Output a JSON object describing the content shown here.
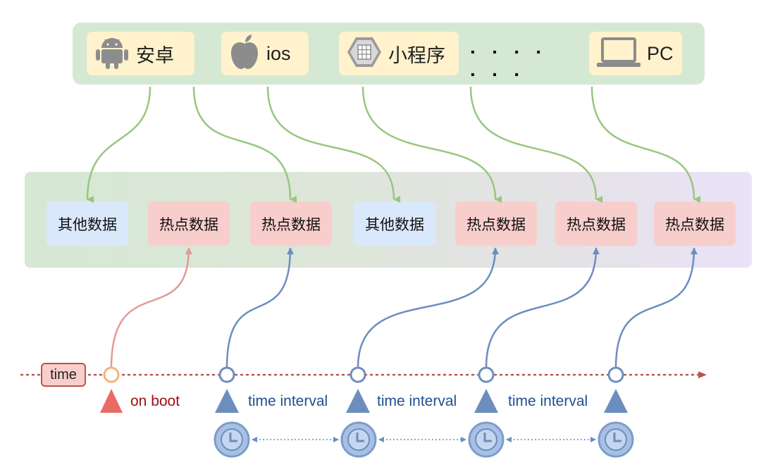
{
  "clients": [
    {
      "label": "安卓",
      "icon": "android-icon"
    },
    {
      "label": "ios",
      "icon": "apple-icon"
    },
    {
      "label": "小程序",
      "icon": "mini-program-icon"
    },
    {
      "label": "PC",
      "icon": "laptop-icon"
    }
  ],
  "ellipsis": "· · · · · · ·",
  "data_boxes": [
    {
      "label": "其他数据",
      "kind": "other"
    },
    {
      "label": "热点数据",
      "kind": "hot"
    },
    {
      "label": "热点数据",
      "kind": "hot"
    },
    {
      "label": "其他数据",
      "kind": "other"
    },
    {
      "label": "热点数据",
      "kind": "hot"
    },
    {
      "label": "热点数据",
      "kind": "hot"
    },
    {
      "label": "热点数据",
      "kind": "hot"
    }
  ],
  "timeline": {
    "label": "time",
    "on_boot": "on boot",
    "interval_label": "time interval"
  },
  "colors": {
    "client_bar": "#d5e8d4",
    "client_box": "#fff2cc",
    "hot_box": "#f8cecc",
    "other_box": "#dae8fc",
    "green_arrow": "#97c77e",
    "red_arrow": "#e39a97",
    "blue_arrow": "#6c8ebf",
    "timeline": "#b85450",
    "clock": "#a8c0e4"
  }
}
